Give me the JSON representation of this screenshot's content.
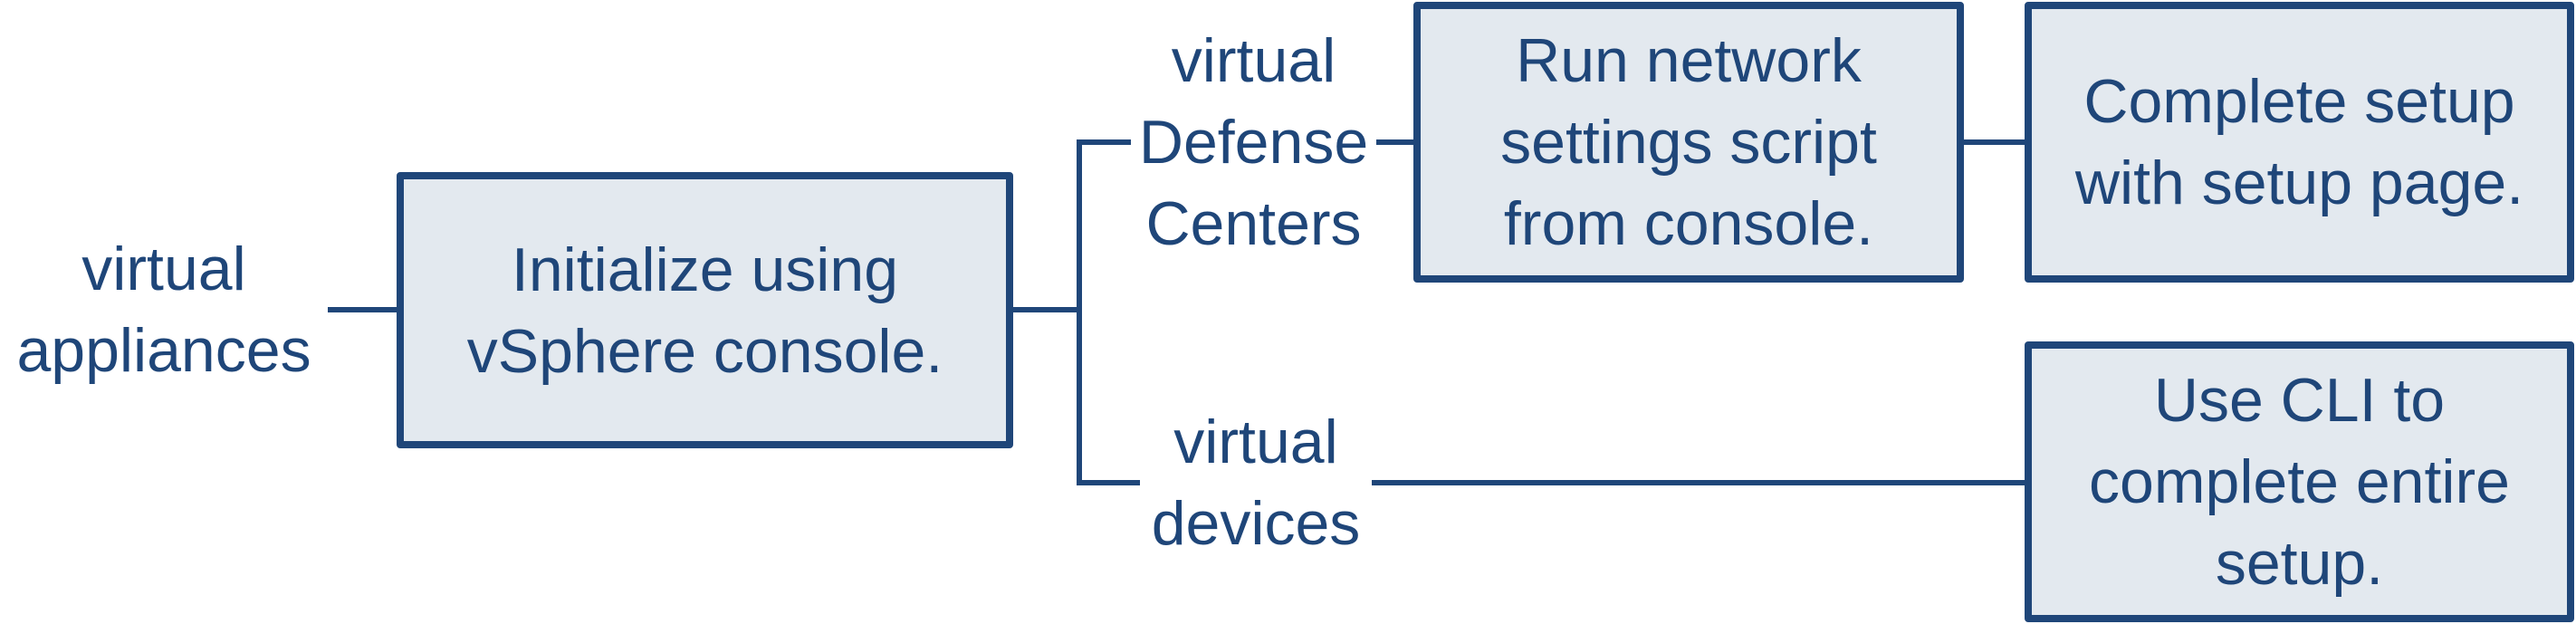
{
  "diagram": {
    "root": {
      "line1": "virtual",
      "line2": "appliances"
    },
    "initialize": {
      "line1": "Initialize using",
      "line2": "vSphere console."
    },
    "branch_dc": {
      "line1": "virtual",
      "line2": "Defense",
      "line3": "Centers"
    },
    "branch_devices": {
      "line1": "virtual",
      "line2": "devices"
    },
    "run_script": {
      "line1": "Run network",
      "line2": "settings script",
      "line3": "from console."
    },
    "complete_setup": {
      "line1": "Complete setup",
      "line2": "with setup page."
    },
    "use_cli": {
      "line1": "Use CLI to",
      "line2": "complete entire",
      "line3": "setup."
    }
  },
  "colors": {
    "stroke": "#1f4679",
    "box_fill": "#e3e9ef",
    "text": "#1f4679",
    "background": "#ffffff"
  }
}
